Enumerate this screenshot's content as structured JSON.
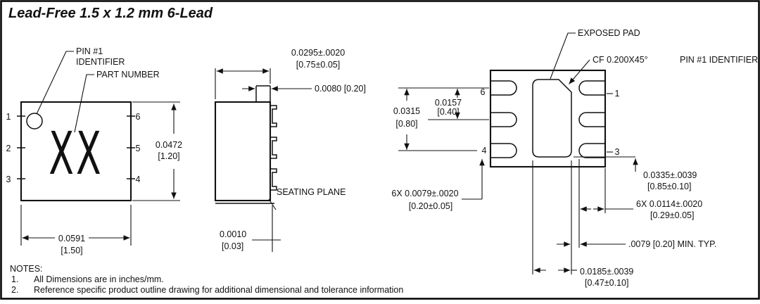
{
  "title": "Lead-Free 1.5 x 1.2 mm 6-Lead",
  "top_view": {
    "pin1_line1": "PIN #1",
    "pin1_line2": "IDENTIFIER",
    "part_number": "PART NUMBER",
    "marking": "XX",
    "pins_left": [
      "1",
      "2",
      "3"
    ],
    "pins_right": [
      "6",
      "5",
      "4"
    ],
    "body_width_in": "0.0472",
    "body_width_mm": "[1.20]",
    "body_length_in": "0.0591",
    "body_length_mm": "[1.50]"
  },
  "side_view": {
    "height_in": "0.0295±.0020",
    "height_mm": "[0.75±0.05]",
    "lead_top": "0.0080 [0.20]",
    "seating_plane": "SEATING PLANE",
    "standoff_in": "0.0010",
    "standoff_mm": "[0.03]"
  },
  "bottom_view": {
    "exposed_pad": "EXPOSED PAD",
    "chamfer": "CF  0.200X45°",
    "pin1_identifier": "PIN #1 IDENTIFIER",
    "pin_labels": {
      "top_left": "6",
      "bottom_left": "4",
      "top_right": "1",
      "bottom_right": "3"
    },
    "pitch_in": "0.0157",
    "pitch_mm": "[0.40]",
    "span_in": "0.0315",
    "span_mm": "[0.80]",
    "lead_width_in": "6X 0.0079±.0020",
    "lead_width_mm": "[0.20±0.05]",
    "pad_length_in": "0.0335±.0039",
    "pad_length_mm": "[0.85±0.10]",
    "lead_length_in": "6X 0.0114±.0020",
    "lead_length_mm": "[0.29±0.05]",
    "clearance": ".0079 [0.20] MIN. TYP.",
    "pad_width_in": "0.0185±.0039",
    "pad_width_mm": "[0.47±0.10]"
  },
  "notes": {
    "heading": "NOTES:",
    "n1_num": "1.",
    "n1_text": "All Dimensions are in inches/mm.",
    "n2_num": "2.",
    "n2_text": "Reference specific product outline drawing for additional dimensional and tolerance information"
  }
}
